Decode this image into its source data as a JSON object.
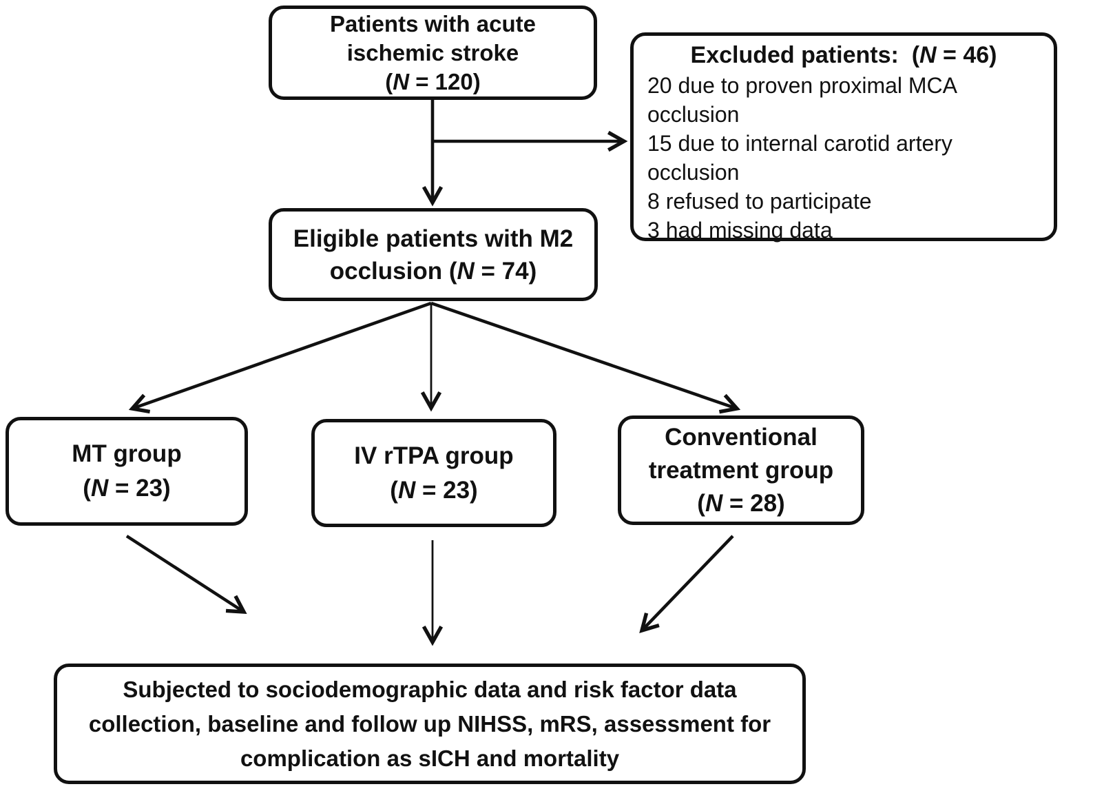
{
  "colors": {
    "ink": "#111111",
    "background": "#ffffff"
  },
  "flowchart": {
    "patients_box": {
      "line1": "Patients with acute",
      "line2": "ischemic stroke",
      "n_pre": "(",
      "n": "N",
      "n_post": " = 120)"
    },
    "excluded_box": {
      "title_pre": "Excluded patients:  (",
      "title_n": "N",
      "title_post": " = 46)",
      "items": [
        "20 due to proven proximal MCA occlusion",
        "15 due to internal carotid artery occlusion",
        "8 refused to participate",
        "3 had missing data"
      ]
    },
    "eligible_box": {
      "line1": "Eligible patients with M2",
      "line2_pre": "occlusion (",
      "n": "N",
      "line2_post": " = 74)"
    },
    "mt_box": {
      "line1": "MT group",
      "n_pre": "(",
      "n": "N",
      "n_post": " = 23)"
    },
    "iv_box": {
      "line1": "IV rTPA group",
      "n_pre": "(",
      "n": "N",
      "n_post": " = 23)"
    },
    "conventional_box": {
      "line1": "Conventional",
      "line2": "treatment group",
      "n_pre": "(",
      "n": "N",
      "n_post": " = 28)"
    },
    "outcome_box": {
      "text": "Subjected to sociodemographic data and risk factor data collection, baseline and follow up NIHSS, mRS, assessment for complication as sICH and mortality"
    }
  }
}
